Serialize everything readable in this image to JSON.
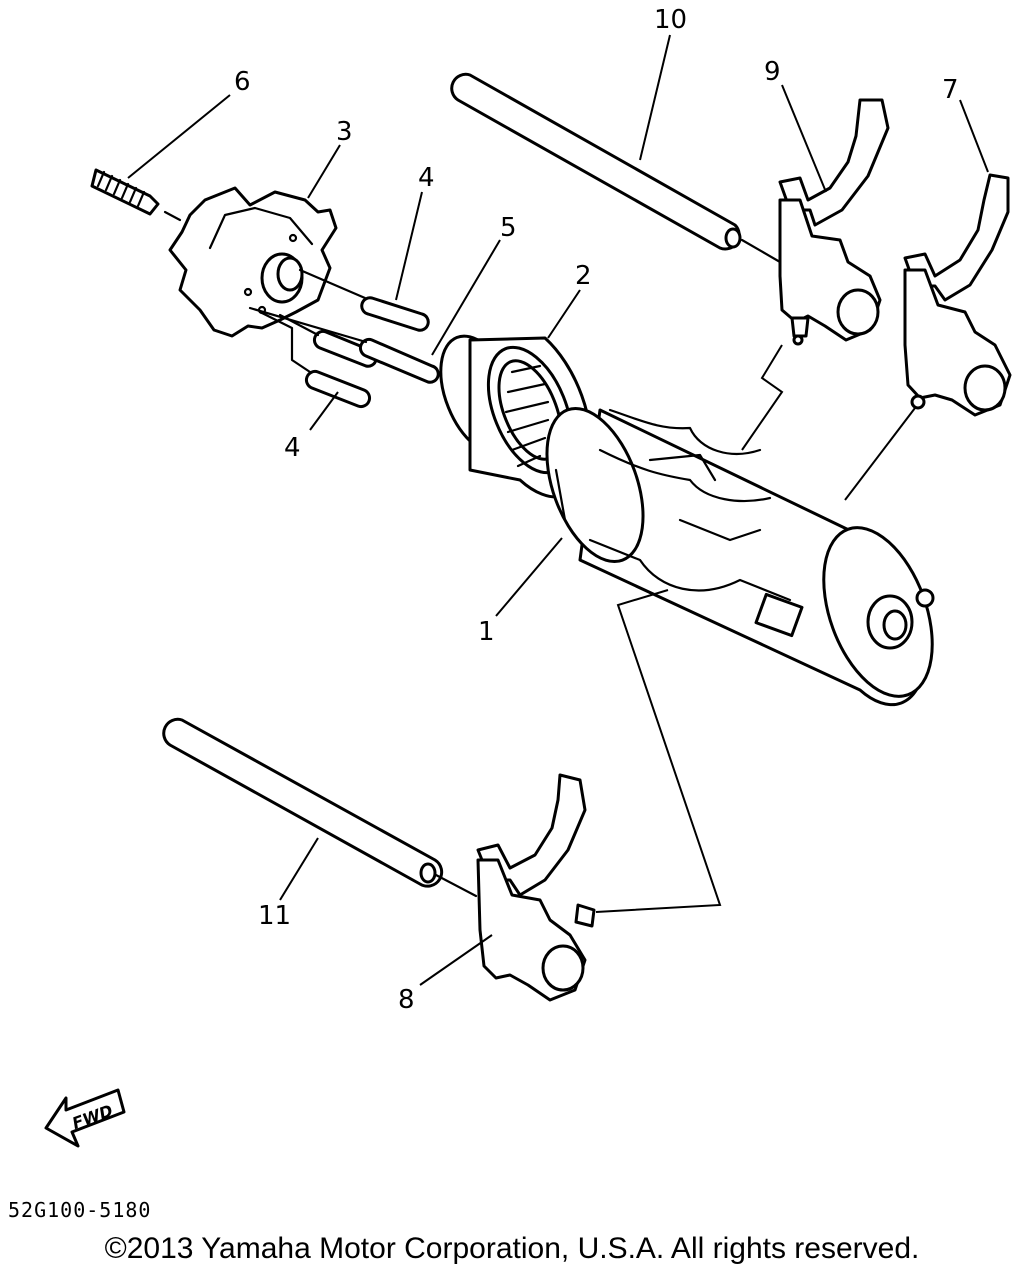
{
  "callouts": {
    "c1": "1",
    "c2": "2",
    "c3": "3",
    "c4a": "4",
    "c4b": "4",
    "c5": "5",
    "c6": "6",
    "c7": "7",
    "c8": "8",
    "c9": "9",
    "c10": "10",
    "c11": "11"
  },
  "fwd_label": "FWD",
  "part_code": "52G100-5180",
  "copyright": "©2013 Yamaha Motor Corporation, U.S.A. All rights reserved."
}
